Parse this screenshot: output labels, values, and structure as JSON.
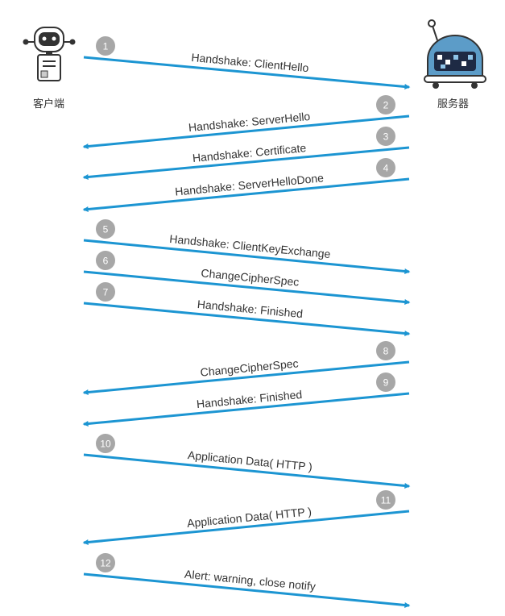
{
  "actors": {
    "client": {
      "label": "客户端",
      "icon": "client-robot-icon"
    },
    "server": {
      "label": "服务器",
      "icon": "server-robot-icon"
    }
  },
  "messages": [
    {
      "step": "1",
      "label": "Handshake: ClientHello",
      "direction": "client-to-server"
    },
    {
      "step": "2",
      "label": "Handshake: ServerHello",
      "direction": "server-to-client"
    },
    {
      "step": "3",
      "label": "Handshake: Certificate",
      "direction": "server-to-client"
    },
    {
      "step": "4",
      "label": "Handshake: ServerHelloDone",
      "direction": "server-to-client"
    },
    {
      "step": "5",
      "label": "Handshake: ClientKeyExchange",
      "direction": "client-to-server"
    },
    {
      "step": "6",
      "label": "ChangeCipherSpec",
      "direction": "client-to-server"
    },
    {
      "step": "7",
      "label": "Handshake: Finished",
      "direction": "client-to-server"
    },
    {
      "step": "8",
      "label": "ChangeCipherSpec",
      "direction": "server-to-client"
    },
    {
      "step": "9",
      "label": "Handshake: Finished",
      "direction": "server-to-client"
    },
    {
      "step": "10",
      "label": "Application Data( HTTP )",
      "direction": "client-to-server"
    },
    {
      "step": "11",
      "label": "Application Data( HTTP )",
      "direction": "server-to-client"
    },
    {
      "step": "12",
      "label": "Alert: warning, close notify",
      "direction": "client-to-server"
    }
  ],
  "colors": {
    "arrow": "#1c95d2",
    "badge": "#a7a7a7",
    "badge_text": "#ffffff",
    "text": "#333333",
    "server_dome": "#5c9cc8"
  }
}
